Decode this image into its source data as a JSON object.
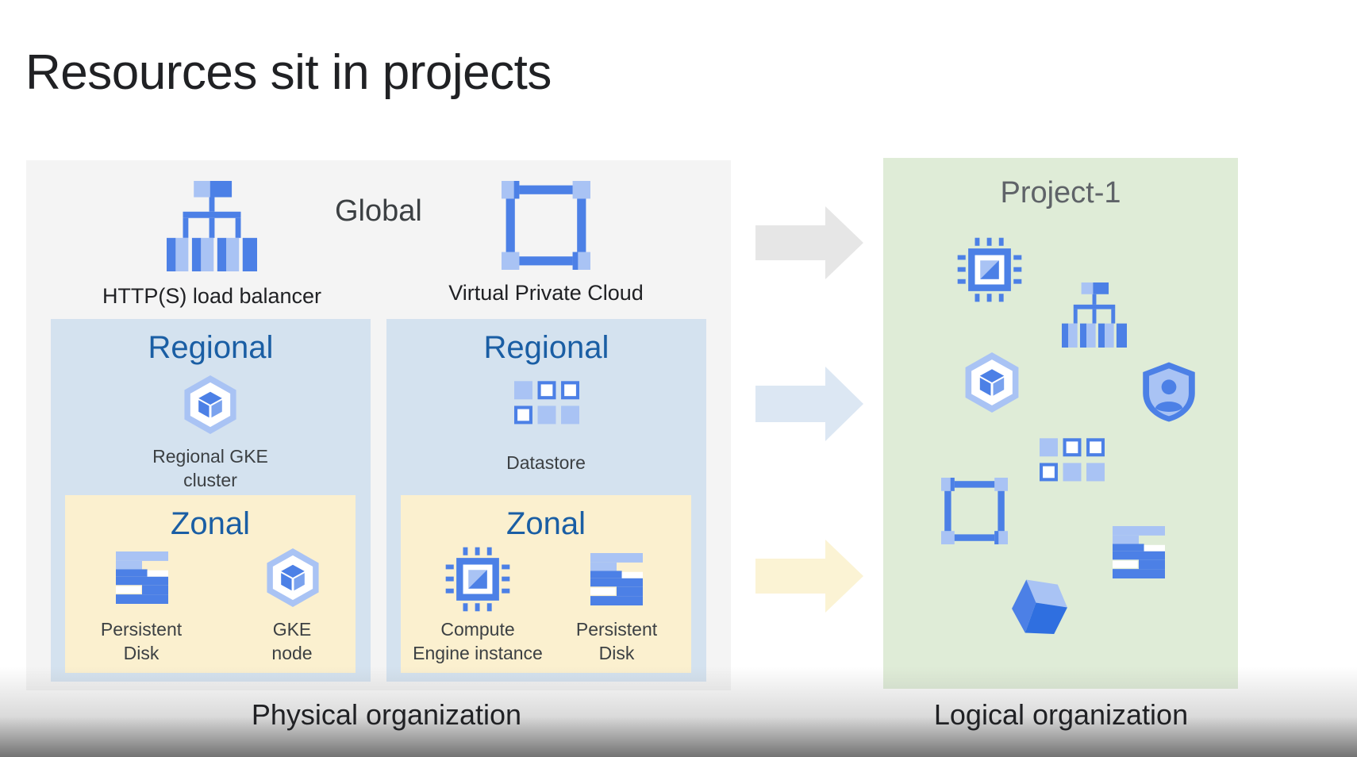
{
  "title": "Resources sit in projects",
  "physical": {
    "global_label": "Global",
    "load_balancer_label": "HTTP(S) load balancer",
    "vpc_label": "Virtual Private Cloud",
    "regional_left": {
      "title": "Regional",
      "resource_line1": "Regional GKE",
      "resource_line2": "cluster",
      "zonal": {
        "title": "Zonal",
        "disk_line1": "Persistent",
        "disk_line2": "Disk",
        "node_line1": "GKE",
        "node_line2": "node"
      }
    },
    "regional_right": {
      "title": "Regional",
      "resource_label": "Datastore",
      "zonal": {
        "title": "Zonal",
        "compute_line1": "Compute",
        "compute_line2": "Engine instance",
        "disk_line1": "Persistent",
        "disk_line2": "Disk"
      }
    },
    "caption": "Physical organization"
  },
  "logical": {
    "project_title": "Project-1",
    "caption": "Logical organization"
  },
  "colors": {
    "icon_blue_dark": "#4c80e6",
    "icon_blue_light": "#a9c3f4",
    "regional_bg": "#d4e2ef",
    "zonal_bg": "#fbf0cf",
    "project_bg": "#dfecd7",
    "heading_blue": "#1a5ea4"
  },
  "icons": [
    "load-balancer-icon",
    "vpc-icon",
    "gke-icon",
    "datastore-icon",
    "persistent-disk-icon",
    "compute-engine-icon",
    "iam-shield-icon",
    "cube-icon"
  ]
}
